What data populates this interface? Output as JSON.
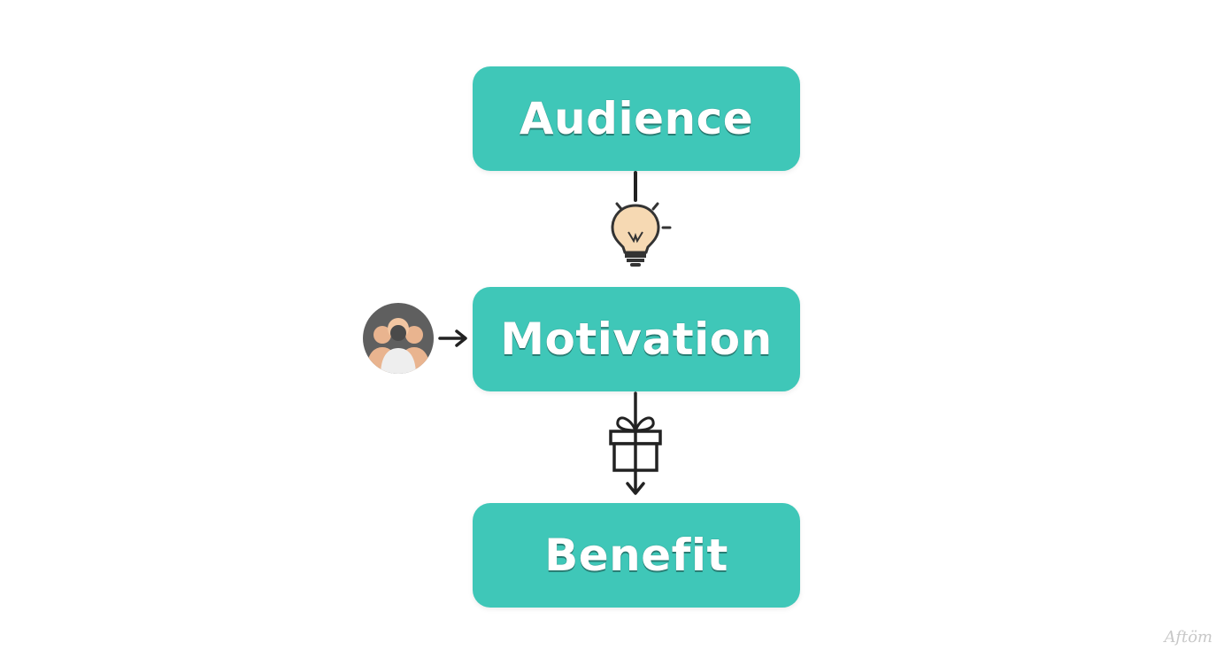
{
  "diagram": {
    "nodes": [
      {
        "id": "audience",
        "label": "Audience"
      },
      {
        "id": "motivation",
        "label": "Motivation"
      },
      {
        "id": "benefit",
        "label": "Benefit"
      }
    ],
    "edges": [
      {
        "from": "audience",
        "to": "motivation",
        "icon": "lightbulb-icon"
      },
      {
        "from": "audience-avatar",
        "to": "motivation",
        "icon": "arrow-right-icon"
      },
      {
        "from": "motivation",
        "to": "benefit",
        "icon": "gift-icon"
      }
    ],
    "side_icon": "audience-group-avatar-icon"
  },
  "watermark": "Aftöm",
  "colors": {
    "box_fill": "#3fc7b8",
    "box_text": "#ffffff",
    "line": "#222222",
    "bulb": "#f6d9b3",
    "avatar_bg": "#5f5f5f",
    "avatar_person": "#e9b48f"
  }
}
